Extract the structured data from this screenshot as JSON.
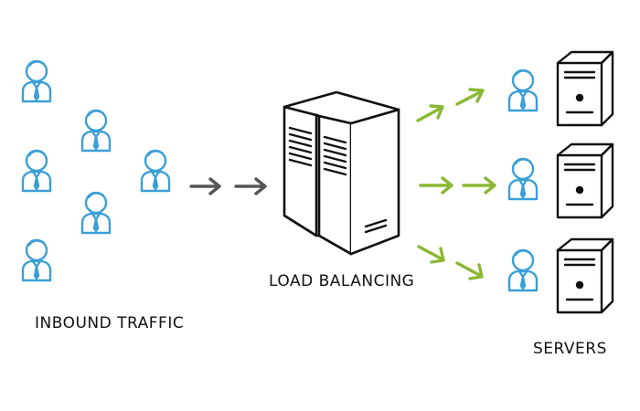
{
  "labels": {
    "inbound_traffic": "INBOUND TRAFFIC",
    "load_balancing": "LOAD BALANCING",
    "servers": "SERVERS"
  },
  "icons": {
    "user": "user-icon",
    "arrow": "arrow-icon",
    "load_balancer": "load-balancer-icon",
    "server": "server-icon"
  },
  "colors": {
    "user": "#3a9fd6",
    "inbound_arrow": "#555555",
    "outbound_arrow": "#8ab833",
    "outline": "#111111"
  }
}
